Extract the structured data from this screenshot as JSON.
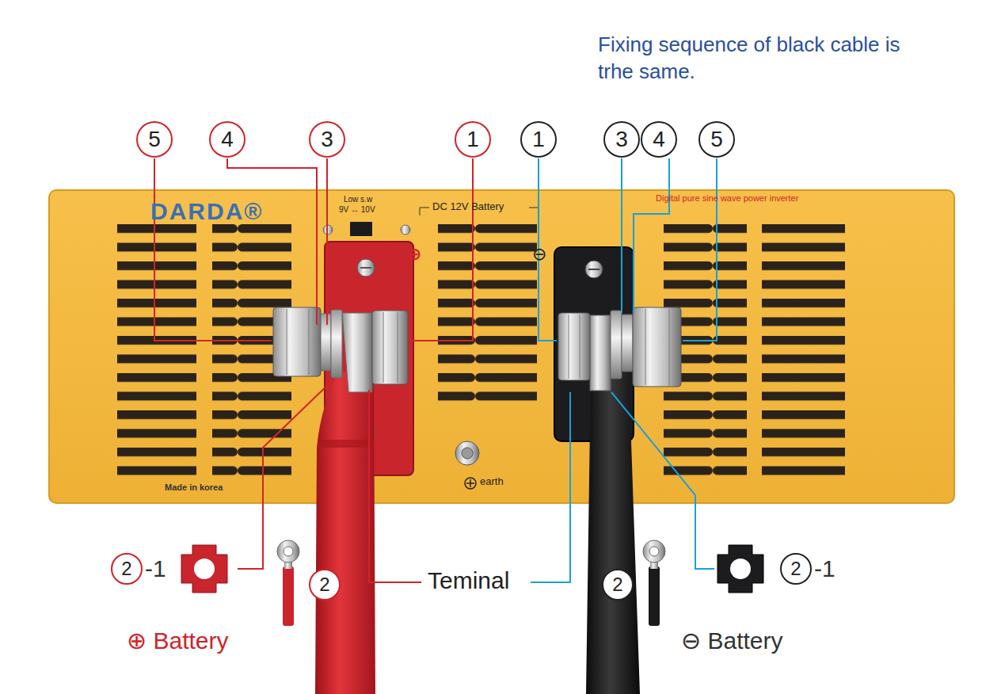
{
  "diagram": {
    "labels": [
      "Fixing sequence of black cable is trhe same.",
      "5",
      "4",
      "3",
      "1",
      "1",
      "3",
      "4",
      "5",
      "DARDA®",
      "Low s.w",
      "9V ↔ 10V",
      "DC 12V Battery",
      "⊕",
      "⊖",
      "Digital pure sine wave power inverter",
      "Made in korea",
      "earth",
      "2",
      "-1",
      "2",
      "Teminal",
      "2",
      "2",
      "-1",
      "⊕ Battery",
      "⊖ Battery"
    ]
  }
}
